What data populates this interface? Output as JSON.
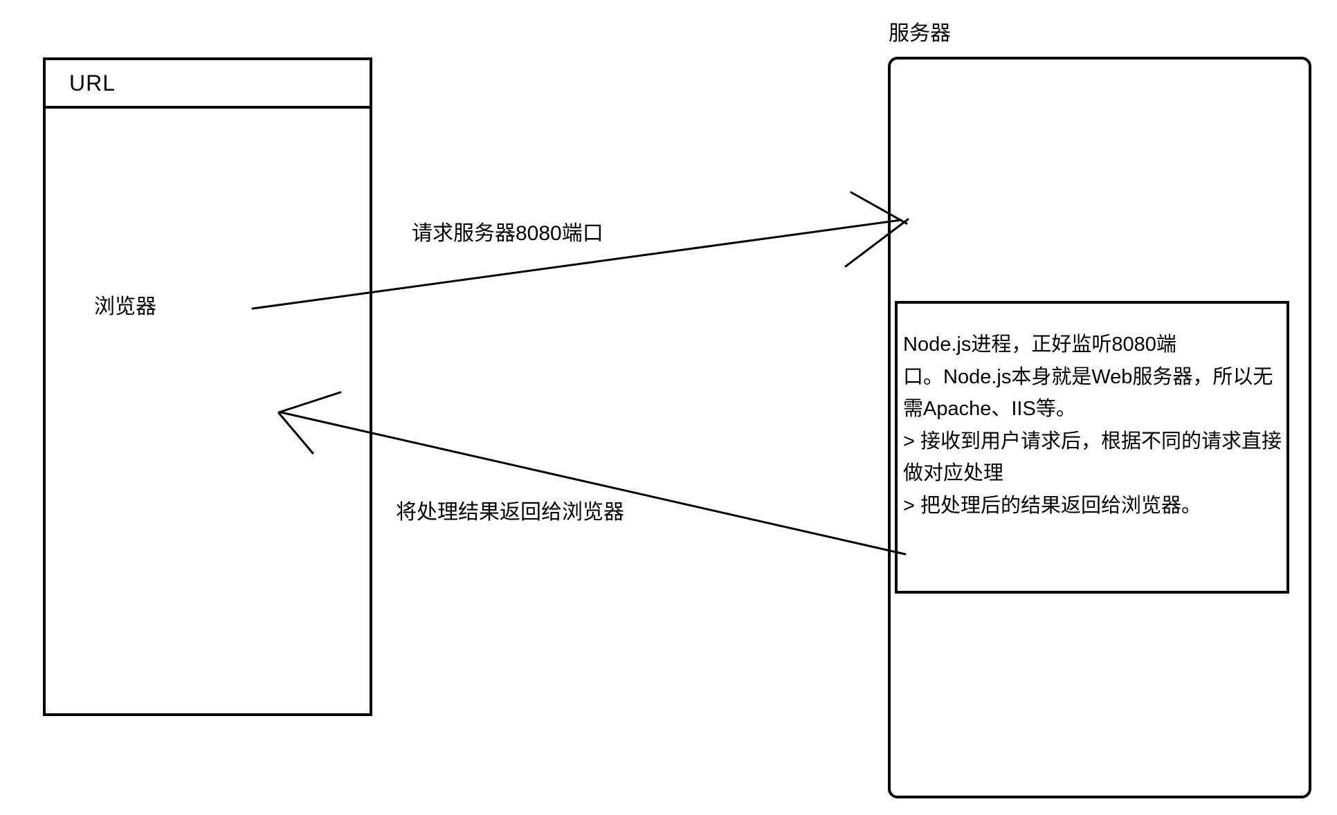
{
  "diagram": {
    "browser_panel": {
      "header": "URL",
      "label": "浏览器"
    },
    "server": {
      "title": "服务器",
      "note_lines": [
        "Node.js进程，正好监听8080端",
        "口。Node.js本身就是Web服务器，所以无",
        "需Apache、IIS等。",
        "> 接收到用户请求后，根据不同的请求直接",
        "做对应处理",
        "> 把处理后的结果返回给浏览器。"
      ]
    },
    "arrows": {
      "request_label": "请求服务器8080端口",
      "response_label": "将处理结果返回给浏览器"
    },
    "colors": {
      "line": "#000000",
      "background": "#ffffff"
    }
  }
}
